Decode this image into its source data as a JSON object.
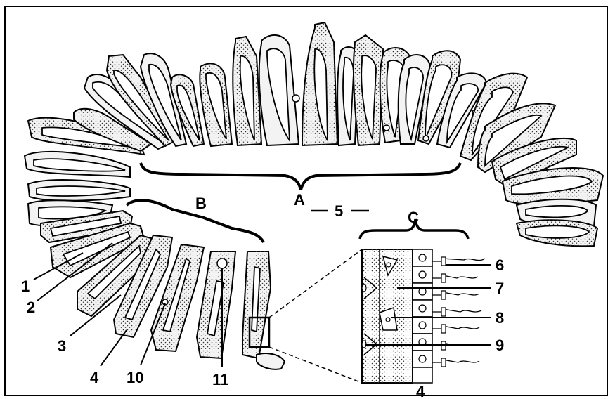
{
  "labels": {
    "A": "A",
    "B": "B",
    "C": "C",
    "n1": "1",
    "n2": "2",
    "n3": "3",
    "n4": "4",
    "n4_inset": "4",
    "n5": "5",
    "n6": "6",
    "n7": "7",
    "n8": "8",
    "n9": "9",
    "n10": "10",
    "n11": "11"
  }
}
